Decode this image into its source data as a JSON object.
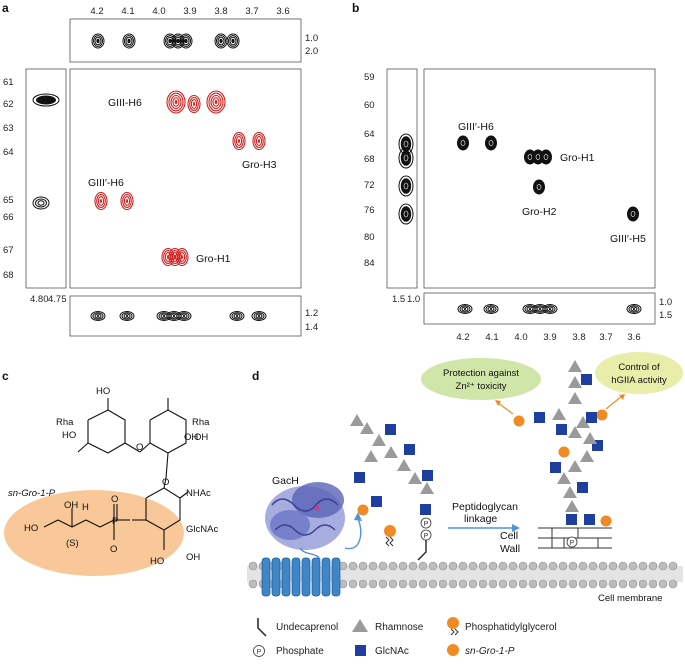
{
  "panels": {
    "a": {
      "label": "a",
      "top_ticks": [
        "4.2",
        "4.1",
        "4.0",
        "3.9",
        "3.8",
        "3.7",
        "3.6"
      ],
      "top_strip_right_ticks": [
        "1.0",
        "2.0"
      ],
      "left_ticks": [
        "61",
        "62",
        "63",
        "64",
        "65",
        "66",
        "67",
        "68"
      ],
      "bottom_ticks": [
        "4.80",
        "4.75"
      ],
      "bottom_strip_right_ticks": [
        "1.2",
        "1.4"
      ],
      "peak_labels": {
        "giii_h6": "GIII-H6",
        "gro_h3": "Gro-H3",
        "giiip_h6": "GIII′-H6",
        "gro_h1": "Gro-H1"
      },
      "colors": {
        "red": "#d42020",
        "black": "#111111"
      }
    },
    "b": {
      "label": "b",
      "left_ticks": [
        "59",
        "60",
        "64",
        "68",
        "72",
        "76",
        "80",
        "84"
      ],
      "strip_x_ticks": [
        "1.5",
        "1.0"
      ],
      "bottom_ticks": [
        "4.2",
        "4.1",
        "4.0",
        "3.9",
        "3.8",
        "3.7",
        "3.6"
      ],
      "bottom_strip_right_ticks": [
        "1.0",
        "1.5"
      ],
      "peak_labels": {
        "giiip_h6": "GIII′-H6",
        "gro_h1": "Gro-H1",
        "gro_h2": "Gro-H2",
        "giiip_h5": "GIII′-H5"
      }
    },
    "c": {
      "label": "c",
      "rha_left": "Rha",
      "rha_right": "Rha",
      "oh_labels": [
        "HO",
        "OH",
        "HO",
        "O",
        "OH",
        "O",
        "HO",
        "OH"
      ],
      "nhac": "NHAc",
      "glcnac": "GlcNAc",
      "sn_label": "sn-Gro-1-P",
      "s_label": "(S)",
      "p_label": "P",
      "ho_chain": "HO",
      "oh_top": "OH",
      "h_label": "H",
      "o_minus": "O",
      "o_double": "O",
      "colors": {
        "ellipse": "#f8c898"
      }
    },
    "d": {
      "label": "d",
      "gach": "GacH",
      "protection": [
        "Protection against",
        "Zn²⁺ toxicity"
      ],
      "control": [
        "Control of",
        "hGIIA activity"
      ],
      "linkage": [
        "Peptidoglycan",
        "linkage"
      ],
      "cell_wall": [
        "Cell",
        "Wall"
      ],
      "cell_membrane": "Cell membrane",
      "legend": {
        "undecaprenol": "Undecaprenol",
        "rhamnose": "Rhamnose",
        "phosphatidylglycerol": "Phosphatidylglycerol",
        "phosphate": "Phosphate",
        "glcnac": "GlcNAc",
        "sn_gro": "sn-Gro-1-P",
        "p_symbol": "P"
      },
      "colors": {
        "rhamnose": "#9a9a9a",
        "glcnac": "#1f3f9f",
        "gro": "#f08a24",
        "membrane": "#3e86c8",
        "bubble": "#cfe6a8",
        "protein": "#5a63b5"
      }
    }
  }
}
